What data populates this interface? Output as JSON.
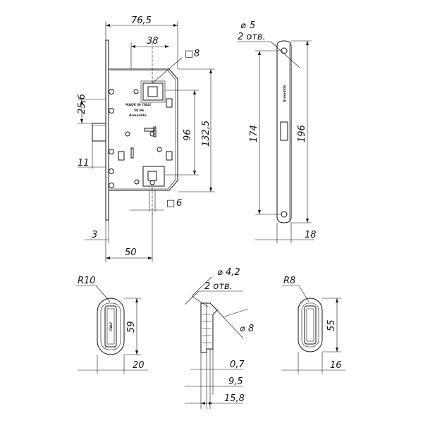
{
  "lock_body": {
    "width": "76,5",
    "backset_spacing": "38",
    "follower_square": "8",
    "handle_offset": "25,6",
    "follower_to_cylinder": "96",
    "overall_height": "132,5",
    "latch_thickness": "11",
    "faceplate_thickness": "3",
    "backset": "50",
    "lower_square": "6",
    "brand_text": "Armadillo",
    "model_text": "50.96",
    "origin_text": "MADE IN ITALY"
  },
  "faceplate": {
    "screw_hole_diameter": "5",
    "screw_hole_count": "2 отв.",
    "hole_spacing": "174",
    "overall_length": "196",
    "width": "18",
    "brand_text": "Armadillo"
  },
  "strike_large": {
    "radius": "R10",
    "height": "59",
    "width": "20",
    "stamp_text": "ITALY"
  },
  "strike_section": {
    "hole_diameter": "4,2",
    "hole_count": "2 отв.",
    "countersink_diameter": "8",
    "wall_thickness": "0,7",
    "depth_inner": "9,5",
    "depth_outer": "15,8"
  },
  "strike_small": {
    "radius": "R8",
    "height": "55",
    "width": "16"
  },
  "symbols": {
    "diameter": "⌀",
    "square": "□"
  }
}
